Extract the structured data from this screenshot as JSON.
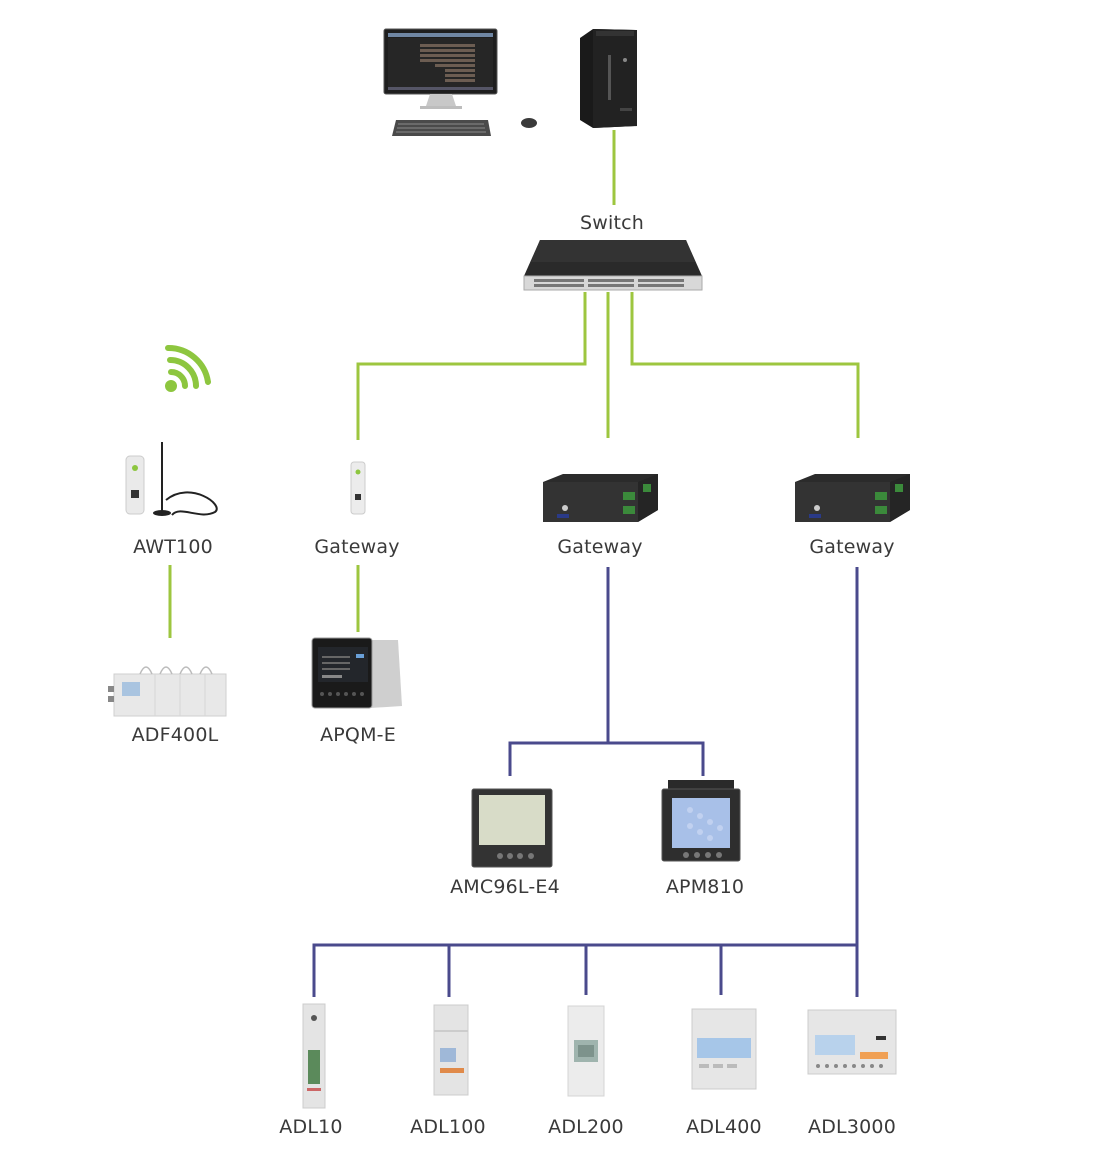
{
  "colors": {
    "ethernet_line": "#9dc63f",
    "rs485_line": "#4a4a8c",
    "wifi": "#8dc63f",
    "text": "#3a3a3a"
  },
  "nodes": {
    "workstation": {
      "label": "",
      "icon": "desktop-computer-icon"
    },
    "server": {
      "label": "",
      "icon": "server-tower-icon"
    },
    "switch": {
      "label": "Switch",
      "icon": "network-switch-icon"
    },
    "wifi": {
      "label": "",
      "icon": "wifi-icon"
    },
    "awt100": {
      "label": "AWT100",
      "icon": "wireless-module-antenna-icon"
    },
    "gateway1": {
      "label": "Gateway",
      "icon": "din-rail-gateway-icon"
    },
    "gateway2": {
      "label": "Gateway",
      "icon": "box-gateway-icon"
    },
    "gateway3": {
      "label": "Gateway",
      "icon": "box-gateway-icon"
    },
    "adf400l": {
      "label": "ADF400L",
      "icon": "multi-circuit-meter-icon"
    },
    "apqm": {
      "label": "APQM-E",
      "icon": "power-quality-analyzer-icon"
    },
    "amc96": {
      "label": "AMC96L-E4",
      "icon": "panel-meter-icon"
    },
    "apm810": {
      "label": "APM810",
      "icon": "panel-meter-icon"
    },
    "adl10": {
      "label": "ADL10",
      "icon": "din-rail-meter-icon"
    },
    "adl100": {
      "label": "ADL100",
      "icon": "din-rail-meter-icon"
    },
    "adl200": {
      "label": "ADL200",
      "icon": "din-rail-meter-icon"
    },
    "adl400": {
      "label": "ADL400",
      "icon": "din-rail-meter-icon"
    },
    "adl3000": {
      "label": "ADL3000",
      "icon": "din-rail-meter-icon"
    }
  },
  "connections": [
    {
      "from": "server",
      "to": "switch",
      "type": "ethernet"
    },
    {
      "from": "switch",
      "to": "gateway1",
      "type": "ethernet"
    },
    {
      "from": "switch",
      "to": "gateway2",
      "type": "ethernet"
    },
    {
      "from": "switch",
      "to": "gateway3",
      "type": "ethernet"
    },
    {
      "from": "awt100",
      "to": "adf400l",
      "type": "ethernet"
    },
    {
      "from": "gateway1",
      "to": "apqm",
      "type": "ethernet"
    },
    {
      "from": "gateway2",
      "to": "amc96",
      "type": "rs485"
    },
    {
      "from": "gateway2",
      "to": "apm810",
      "type": "rs485"
    },
    {
      "from": "gateway3",
      "to": "adl10",
      "type": "rs485"
    },
    {
      "from": "gateway3",
      "to": "adl100",
      "type": "rs485"
    },
    {
      "from": "gateway3",
      "to": "adl200",
      "type": "rs485"
    },
    {
      "from": "gateway3",
      "to": "adl400",
      "type": "rs485"
    },
    {
      "from": "gateway3",
      "to": "adl3000",
      "type": "rs485"
    }
  ]
}
